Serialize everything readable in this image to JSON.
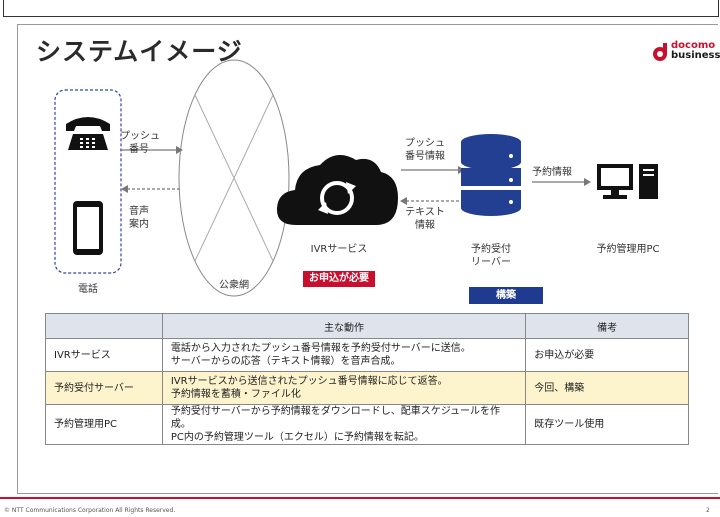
{
  "slide": {
    "title": "システムイメージ",
    "logo": {
      "line1": "docomo",
      "line2": "business"
    },
    "footer": "© NTT Communications Corporation All Rights Reserved.",
    "page_number": "2"
  },
  "diagram": {
    "phone_label": "電話",
    "network_label": "公衆網",
    "arrow_push_label": [
      "プッシュ",
      "番号"
    ],
    "arrow_voice_label": [
      "音声",
      "案内"
    ],
    "arrow_push_info_label": [
      "プッシュ",
      "番号情報"
    ],
    "arrow_text_info_label": [
      "テキスト",
      "情報"
    ],
    "ivr_label": "IVRサービス",
    "server_label": [
      "予約受付",
      "リーバー"
    ],
    "arrow_reservation_label": "予約情報",
    "pc_label": "予約管理用PC",
    "badge_application": "お申込が必要",
    "badge_build": "構築"
  },
  "table": {
    "headers": [
      "",
      "主な動作",
      "備考"
    ],
    "rows": [
      {
        "name": "IVRサービス",
        "action": [
          "電話から入力されたプッシュ番号情報を予約受付サーバーに送信。",
          "サーバーからの応答（テキスト情報）を音声合成。"
        ],
        "note": "お申込が必要"
      },
      {
        "name": "予約受付サーバー",
        "action": [
          "IVRサービスから送信されたプッシュ番号情報に応じて返答。",
          "予約情報を蓄積・ファイル化"
        ],
        "note": "今回、構築"
      },
      {
        "name": "予約管理用PC",
        "action": [
          "予約受付サーバーから予約情報をダウンロードし、配車スケジュールを作成。",
          "PC内の予約管理ツール（エクセル）に予約情報を転記。"
        ],
        "note": "既存ツール使用"
      }
    ]
  }
}
